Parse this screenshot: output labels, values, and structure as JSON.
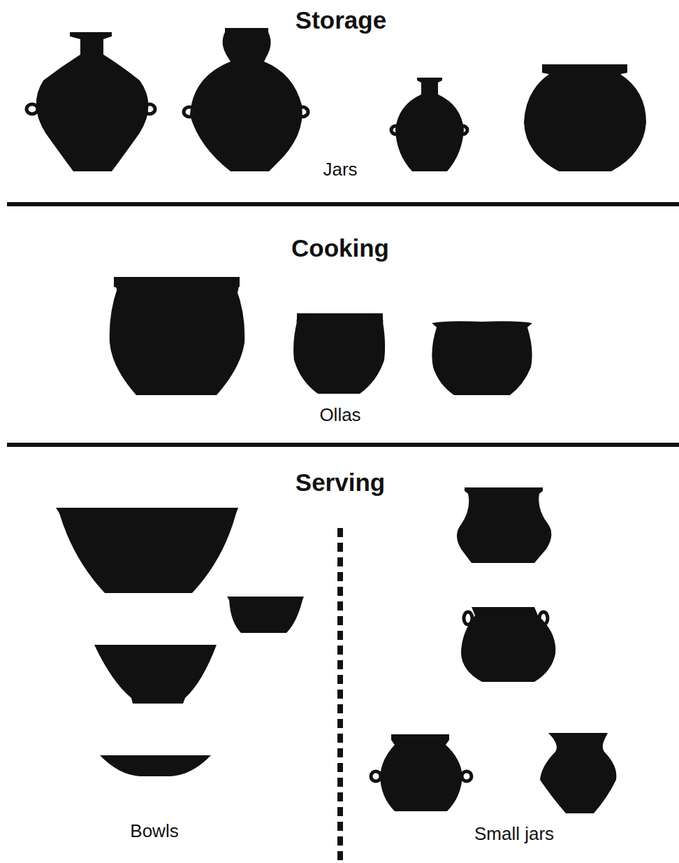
{
  "diagram": {
    "labels": [
      "Storage",
      "Jars",
      "Cooking",
      "Ollas",
      "Serving",
      "Bowls",
      "Small jars"
    ]
  }
}
